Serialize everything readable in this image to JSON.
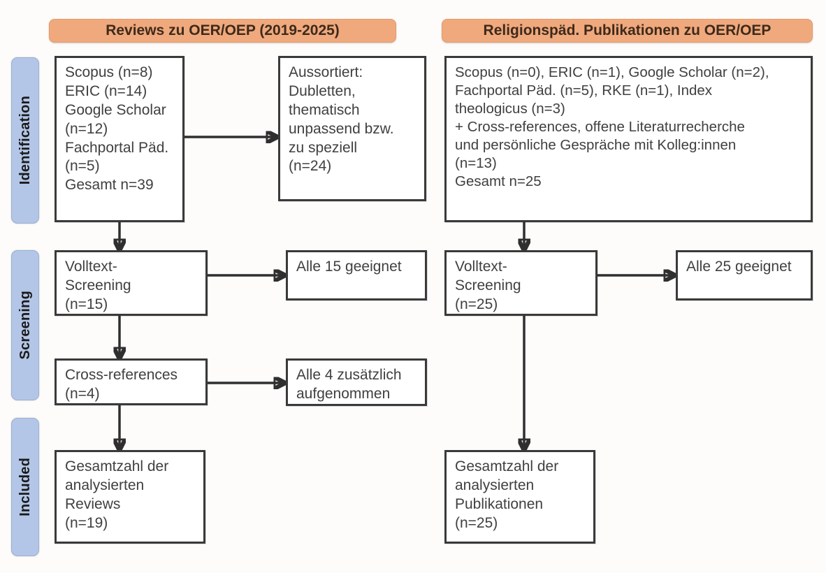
{
  "figure": {
    "type": "prisma-flow-diagram",
    "columns": 2
  },
  "phases": [
    {
      "label": "Identification"
    },
    {
      "label": "Screening"
    },
    {
      "label": "Included"
    }
  ],
  "columns": [
    {
      "header": "Reviews zu OER/OEP (2019-2025)",
      "header_color": "#f0a97c"
    },
    {
      "header": "Religionspäd. Publikationen zu OER/OEP",
      "header_color": "#f0a97c"
    }
  ],
  "boxes": {
    "left_identification": "Scopus (n=8)\nERIC (n=14)\nGoogle Scholar\n(n=12)\nFachportal Päd.\n(n=5)\nGesamt n=39",
    "left_excluded": "Aussortiert:\nDubletten,\nthematisch\nunpassend bzw.\nzu speziell\n(n=24)",
    "left_screening": "Volltext-\nScreening\n(n=15)",
    "left_screening_result": "Alle 15 geeignet",
    "left_crossrefs": "Cross-references\n(n=4)",
    "left_crossrefs_result": "Alle 4 zusätzlich\naufgenommen",
    "left_included": "Gesamtzahl der\nanalysierten\nReviews\n(n=19)",
    "right_identification": "Scopus (n=0), ERIC (n=1), Google Scholar (n=2),\nFachportal Päd. (n=5), RKE (n=1), Index\ntheologicus (n=3)\n+ Cross-references, offene Literaturrecherche\nund persönliche Gespräche mit Kolleg:innen\n(n=13)\nGesamt n=25",
    "right_screening": "Volltext-\nScreening\n(n=25)",
    "right_screening_result": "Alle 25 geeignet",
    "right_included": "Gesamtzahl der\nanalysierten\nPublikationen\n(n=25)"
  },
  "counts": {
    "left_scopus": 8,
    "left_eric": 14,
    "left_google_scholar": 12,
    "left_fachportal": 5,
    "left_total": 39,
    "left_excluded": 24,
    "left_fulltext_screening": 15,
    "left_crossrefs": 4,
    "left_included": 19,
    "right_scopus": 0,
    "right_eric": 1,
    "right_google_scholar": 2,
    "right_fachportal": 5,
    "right_rke": 1,
    "right_index_theologicus": 3,
    "right_other_sources": 13,
    "right_total": 25,
    "right_fulltext_screening": 25,
    "right_included": 25
  }
}
